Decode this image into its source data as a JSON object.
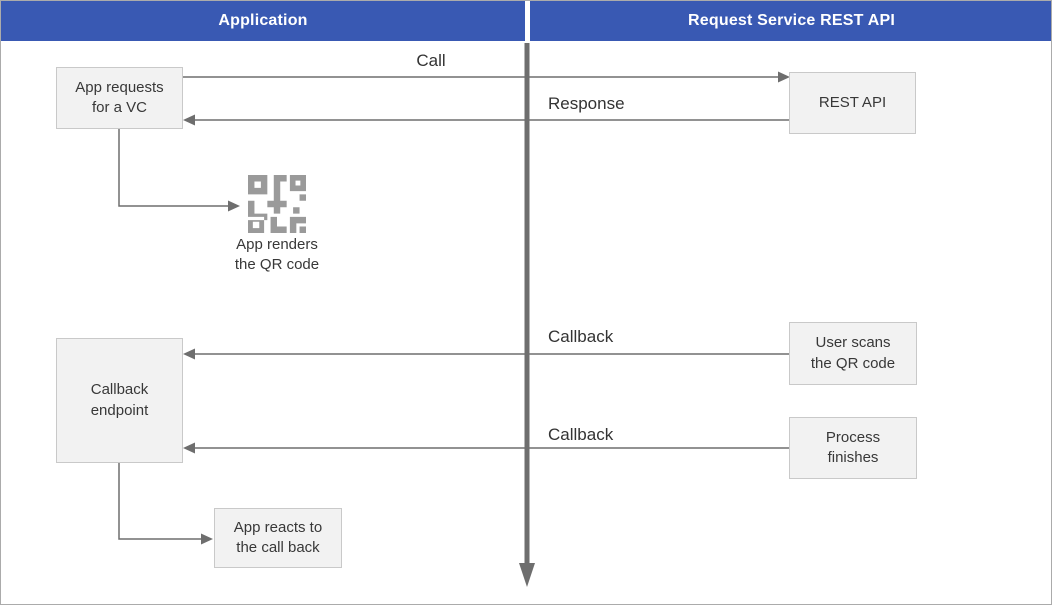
{
  "header": {
    "left": "Application",
    "right": "Request Service REST API"
  },
  "nodes": {
    "app_requests": "App requests for a VC",
    "rest_api": "REST API",
    "qr_caption": "App renders the QR code",
    "callback_endpoint": "Callback endpoint",
    "user_scans": "User scans the QR code",
    "process_finishes": "Process finishes",
    "app_reacts": "App reacts to the call back"
  },
  "messages": {
    "call": "Call",
    "response": "Response",
    "callback1": "Callback",
    "callback2": "Callback"
  },
  "icons": {
    "qr": "qr-code-icon"
  },
  "colors": {
    "header_bg": "#3959b3",
    "header_text": "#ffffff",
    "box_fill": "#f2f2f2",
    "box_border": "#c9c9c9",
    "box_text": "#383838",
    "arrow": "#6e6e6e",
    "lifeline": "#6e6e6e",
    "qr_icon": "#9a9a9a",
    "page_border": "#ababab"
  }
}
